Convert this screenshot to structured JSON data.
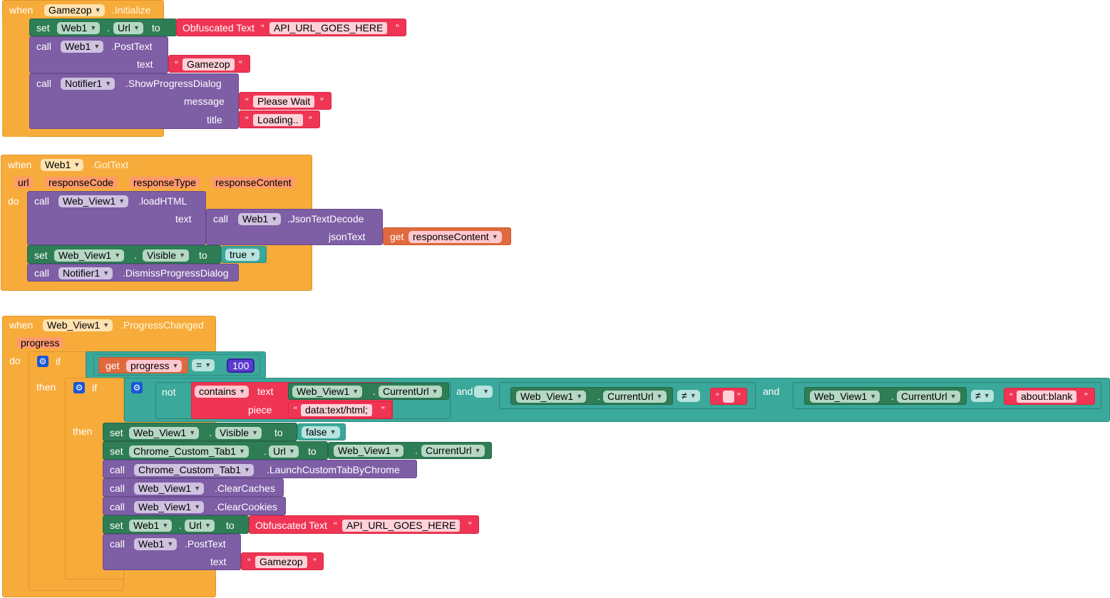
{
  "kw": {
    "when": "when",
    "do": "do",
    "set": "set",
    "call": "call",
    "to": "to",
    "text": "text",
    "message": "message",
    "title": "title",
    "if": "if",
    "then": "then",
    "not": "not",
    "piece": "piece",
    "get": "get",
    "and": "and",
    "dot": ".",
    "eq": "=",
    "neq": "≠",
    "contains": "contains",
    "jsonText": "jsonText",
    "qo": "“",
    "qc": "”"
  },
  "block1": {
    "component": "Gamezop",
    "event": ".Initialize",
    "set_comp": "Web1",
    "set_prop": "Url",
    "obf_label": "Obfuscated Text",
    "obf_value": "API_URL_GOES_HERE",
    "call1_comp": "Web1",
    "call1_method": ".PostText",
    "call1_text": "Gamezop",
    "call2_comp": "Notifier1",
    "call2_method": ".ShowProgressDialog",
    "message_value": "Please Wait",
    "title_value": "Loading.."
  },
  "block2": {
    "component": "Web1",
    "event": ".GotText",
    "params": [
      "url",
      "responseCode",
      "responseType",
      "responseContent"
    ],
    "load_comp": "Web_View1",
    "load_method": ".loadHTML",
    "decode_comp": "Web1",
    "decode_method": ".JsonTextDecode",
    "get_var": "responseContent",
    "vis_comp": "Web_View1",
    "vis_prop": "Visible",
    "vis_value": "true",
    "dismiss_comp": "Notifier1",
    "dismiss_method": ".DismissProgressDialog"
  },
  "block3": {
    "component": "Web_View1",
    "event": ".ProgressChanged",
    "param": "progress",
    "get_var": "progress",
    "number": "100",
    "cur_comp": "Web_View1",
    "cur_prop": "CurrentUrl",
    "piece_value": "data:text/html;",
    "empty_value": "",
    "blank_value": "about:blank",
    "s1_comp": "Web_View1",
    "s1_prop": "Visible",
    "s1_value": "false",
    "s2_comp": "Chrome_Custom_Tab1",
    "s2_prop": "Url",
    "c1_comp": "Chrome_Custom_Tab1",
    "c1_method": ".LaunchCustomTabByChrome",
    "c2_comp": "Web_View1",
    "c2_method": ".ClearCaches",
    "c3_comp": "Web_View1",
    "c3_method": ".ClearCookies",
    "s3_comp": "Web1",
    "s3_prop": "Url",
    "obf_label": "Obfuscated Text",
    "obf_value": "API_URL_GOES_HERE",
    "c4_comp": "Web1",
    "c4_method": ".PostText",
    "c4_text": "Gamezop"
  },
  "icons": {
    "dropdown": "dropdown-arrow-icon",
    "gear": "gear-icon"
  },
  "colors": {
    "event": "#f7ab3a",
    "procedure": "#7e5ea5",
    "setter": "#2e7d55",
    "text": "#f03554",
    "logic": "#3aa89a",
    "variable": "#e06a3d",
    "math": "#5a3bd0"
  }
}
